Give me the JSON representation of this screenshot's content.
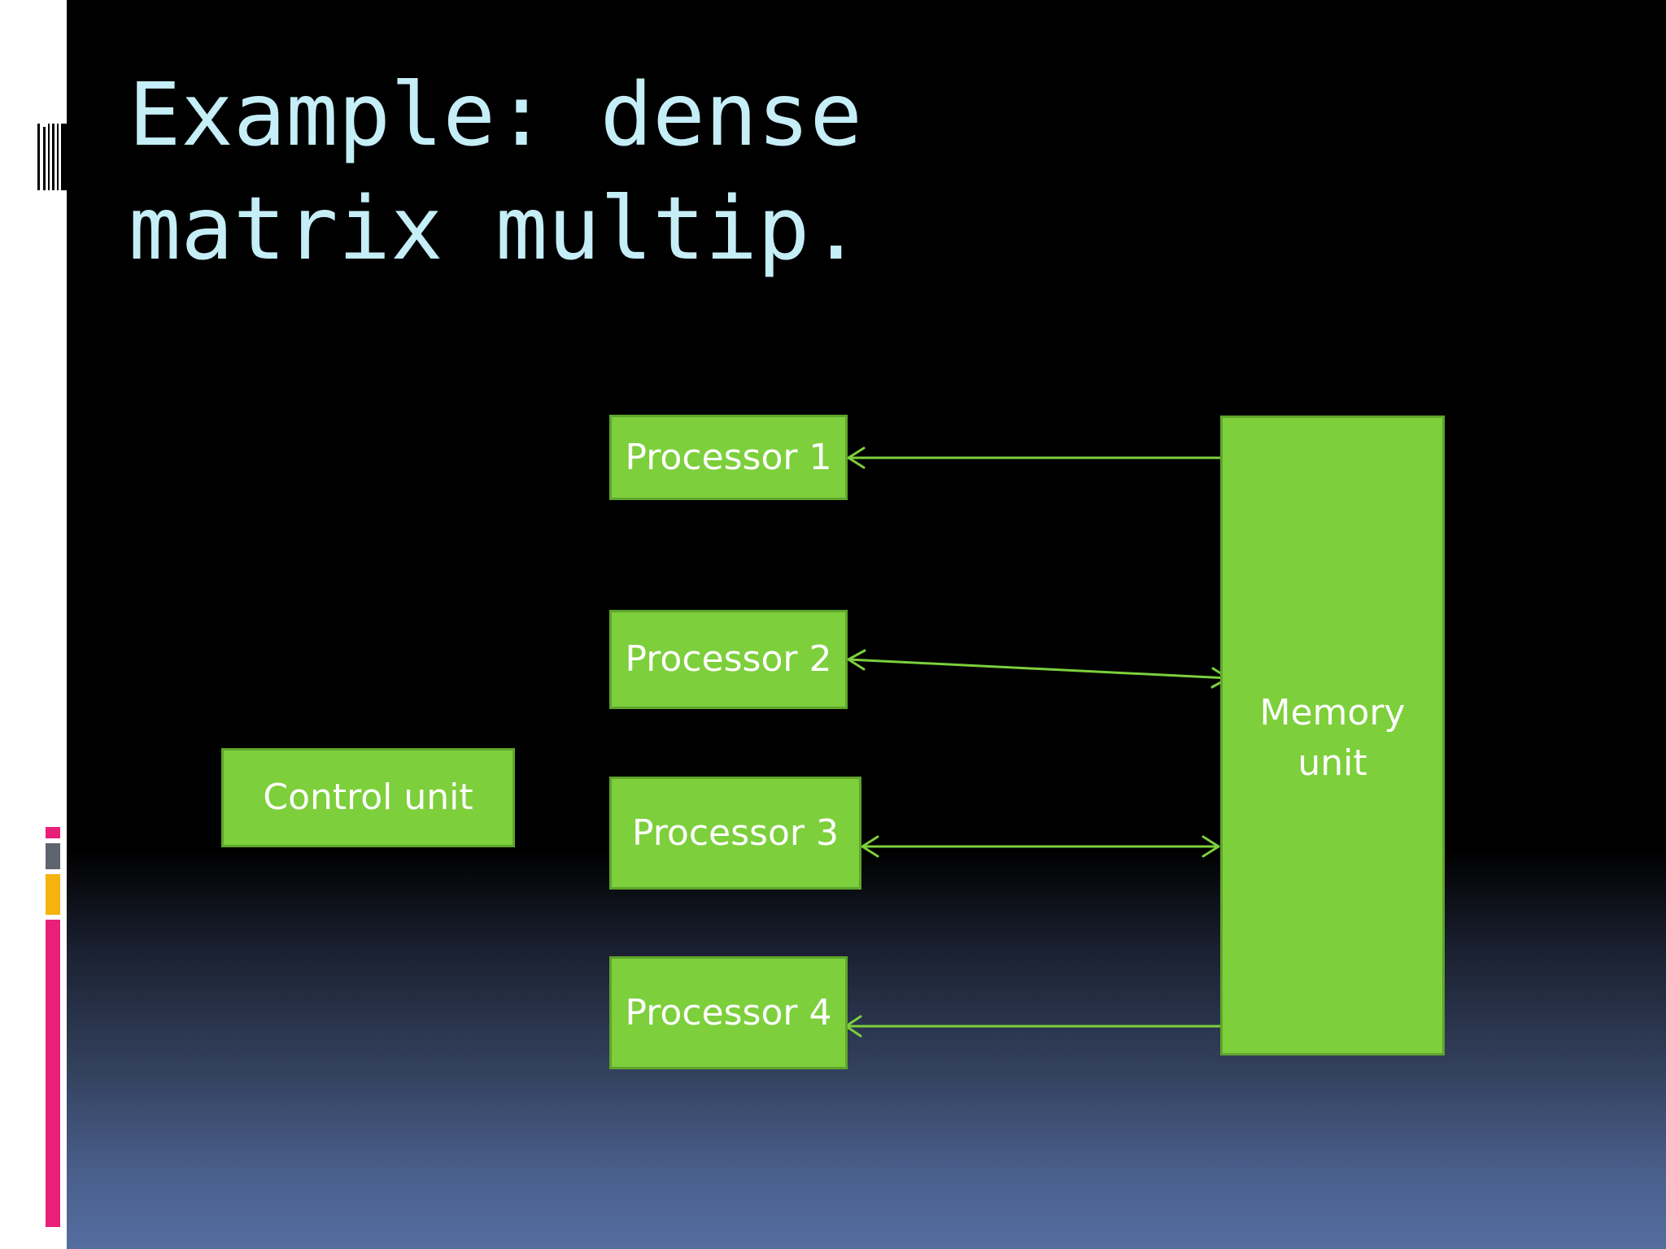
{
  "slide": {
    "title": "Example: dense matrix multip.",
    "colors": {
      "title": "#c5eef7",
      "node_fill": "#7dcf3c",
      "node_border": "#5fa52a",
      "node_text": "#ffffff",
      "connector": "#7dcf3c"
    },
    "accent_bars": [
      {
        "name": "accent-bar-pink-top",
        "color": "#e8207a"
      },
      {
        "name": "accent-bar-gray",
        "color": "#5e6470"
      },
      {
        "name": "accent-bar-yellow",
        "color": "#f5b30f"
      },
      {
        "name": "accent-bar-pink-bottom",
        "color": "#e8207a"
      }
    ]
  },
  "diagram": {
    "control_unit": "Control unit",
    "processors": [
      "Processor 1",
      "Processor 2",
      "Processor 3",
      "Processor 4"
    ],
    "memory_unit": "Memory unit",
    "connections": [
      {
        "from": "Memory unit",
        "to": "Processor 1",
        "direction": "to-processor"
      },
      {
        "from": "Memory unit",
        "to": "Processor 2",
        "direction": "both"
      },
      {
        "from": "Memory unit",
        "to": "Processor 3",
        "direction": "both"
      },
      {
        "from": "Memory unit",
        "to": "Processor 4",
        "direction": "to-processor"
      }
    ]
  }
}
